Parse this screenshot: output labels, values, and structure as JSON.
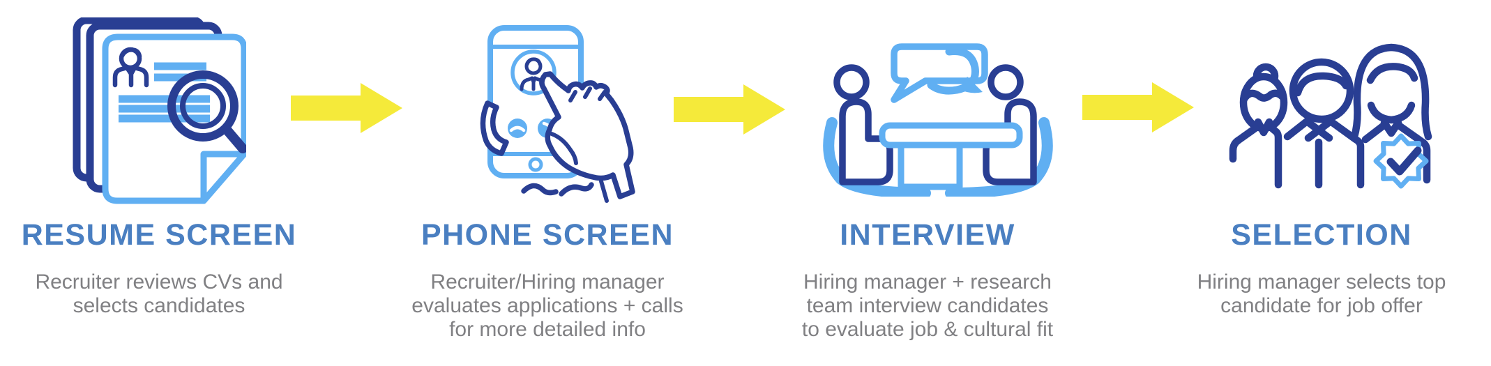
{
  "title": "Hiring process flow",
  "colors": {
    "background": "#ffffff",
    "navy": "#293e93",
    "light_blue": "#60aff2",
    "title_blue": "#4a7fc1",
    "text_gray": "#808083",
    "arrow_yellow": "#f5ea3a"
  },
  "stages": [
    {
      "title": "RESUME SCREEN",
      "description": "Recruiter reviews CVs and\nselects candidates",
      "icon": "resume-magnifier-icon"
    },
    {
      "title": "PHONE SCREEN",
      "description": "Recruiter/Hiring manager\nevaluates applications + calls\nfor more detailed info",
      "icon": "phone-in-hand-icon"
    },
    {
      "title": "INTERVIEW",
      "description": "Hiring manager + research\nteam interview  candidates\nto evaluate  job & cultural fit",
      "icon": "interview-table-icon"
    },
    {
      "title": "SELECTION",
      "description": "Hiring manager selects top\ncandidate for job offer",
      "icon": "candidates-check-badge-icon"
    }
  ],
  "flow_arrows": [
    {
      "between": [
        "RESUME SCREEN",
        "PHONE SCREEN"
      ],
      "direction": "right"
    },
    {
      "between": [
        "PHONE SCREEN",
        "INTERVIEW"
      ],
      "direction": "right"
    },
    {
      "between": [
        "INTERVIEW",
        "SELECTION"
      ],
      "direction": "right"
    }
  ]
}
